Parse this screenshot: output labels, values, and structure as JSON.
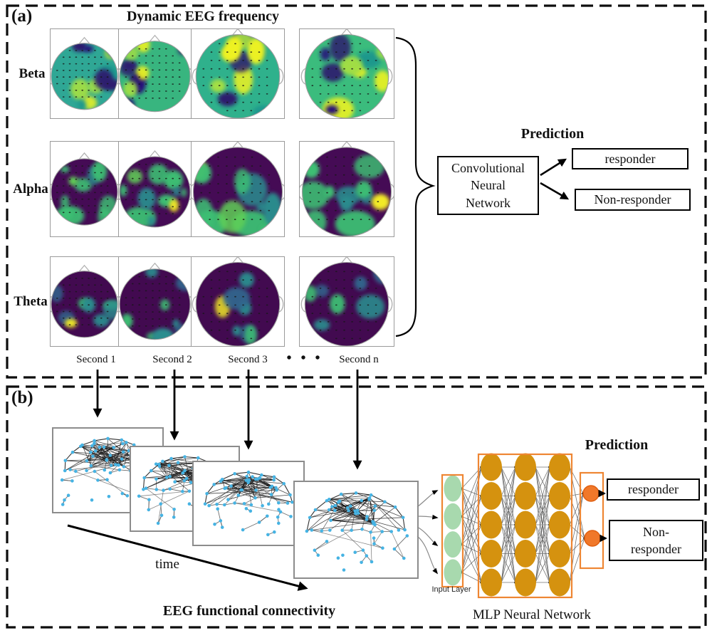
{
  "figure": {
    "panel_a": {
      "label": "(a)",
      "title": "Dynamic EEG frequency",
      "row_labels": [
        "Beta",
        "Alpha",
        "Theta"
      ],
      "time_labels": [
        "Second 1",
        "Second 2",
        "Second 3",
        "Second n"
      ],
      "ellipsis": "•  •  •",
      "cnn_box": "Convolutional\nNeural\nNetwork",
      "prediction_title": "Prediction",
      "outputs": [
        "responder",
        "Non-responder"
      ]
    },
    "panel_b": {
      "label": "(b)",
      "time_arrow_label": "time",
      "caption": "EEG functional connectivity",
      "input_layer_label": "Input Layer",
      "network_label": "MLP Neural Network",
      "prediction_title": "Prediction",
      "outputs": [
        "responder",
        "Non-\nresponder"
      ],
      "mlp": {
        "input_count": 4,
        "hidden_cols": 3,
        "hidden_rows": 5,
        "output_count": 2
      }
    },
    "colors": {
      "input_neuron": "#a8d9ae",
      "hidden_neuron": "#d5920f",
      "output_neuron": "#f0782a",
      "output_neuron_border": "#e05f10",
      "layer_box_border": "#ee8633",
      "connection_gray": "#5a5a5a",
      "node_blue": "#46b3e3",
      "frame_border": "#8c8c8c",
      "viridis_beta_bases": [
        "#3bbc7d",
        "#2fa795",
        "#38b57f",
        "#2fb18c"
      ],
      "viridis_dark_purple": "#450b55",
      "viridis_theta_base": "#420a50",
      "viridis_green": "#3cbf73",
      "viridis_teal": "#2a8d8e",
      "viridis_yellow": "#f2ea25",
      "border_black": "#0d0d0d"
    }
  }
}
